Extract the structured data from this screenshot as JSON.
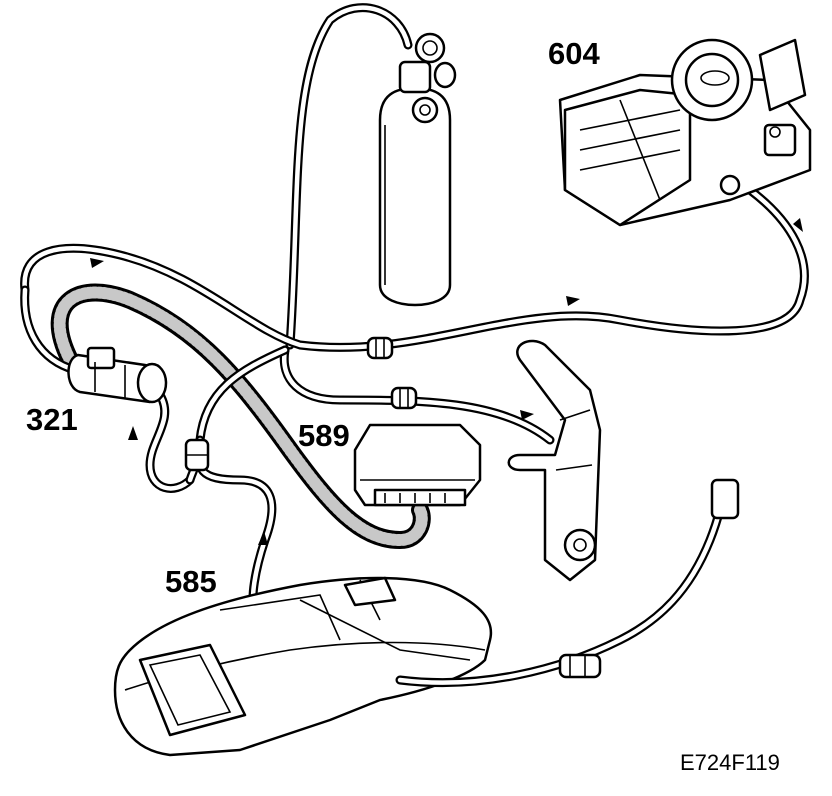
{
  "callouts": {
    "throttle_body": "604",
    "canister": "321",
    "control_module": "589",
    "fuel_tank": "585"
  },
  "figure_id": "E724F119"
}
